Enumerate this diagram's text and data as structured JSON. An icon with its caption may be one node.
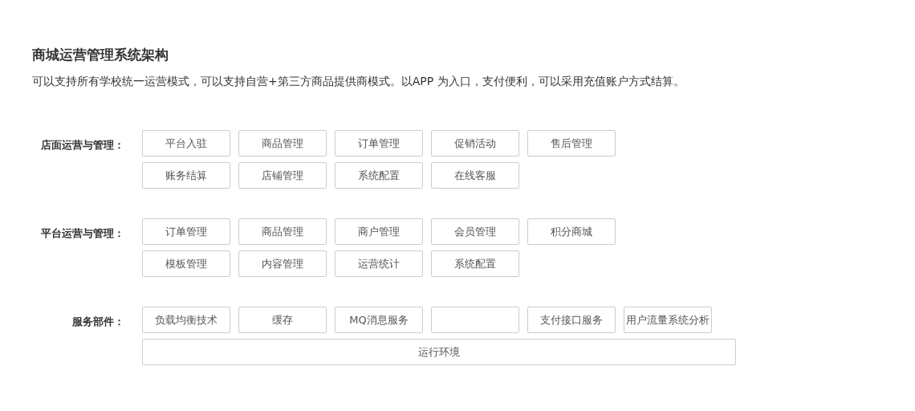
{
  "diagram": {
    "title": "商城运营管理系统架构",
    "nodes": [
      {
        "text": [
          "平台入驻"
        ]
      },
      {
        "text": [
          "商品管理"
        ]
      },
      {
        "text": [
          "订单管理"
        ]
      },
      {
        "text": [
          "促销活动"
        ]
      },
      {
        "text": [
          "售后管理"
        ]
      },
      {
        "text": [
          "账务结算"
        ]
      },
      {
        "text": [
          "店铺管理"
        ]
      },
      {
        "text": [
          "系统配置"
        ]
      },
      {
        "text": [
          "在线客服"
        ]
      },
      {
        "text": [
          "订单管理"
        ]
      },
      {
        "text": [
          "商品管理"
        ]
      },
      {
        "text": [
          "商户管理"
        ]
      },
      {
        "text": [
          "会员管理"
        ]
      },
      {
        "text": [
          "积分商城"
        ]
      },
      {
        "text": [
          "模板管理"
        ]
      },
      {
        "text": [
          "内容管理"
        ]
      },
      {
        "text": [
          "运营统计"
        ]
      },
      {
        "text": [
          "系统配置"
        ]
      },
      {
        "text": [
          "负载均衡技术"
        ]
      },
      {
        "text": [
          "缓存"
        ]
      },
      {
        "text": [
          "MQ消息服务"
        ]
      },
      {
        "text": [],
        "shape": "box"
      },
      {
        "text": [
          "支付接口服务"
        ]
      },
      {
        "text": [
          "用户流量系统分析"
        ]
      },
      {
        "text": [
          "运行环境"
        ]
      }
    ],
    "labels": [
      "可以支持所有学校统一运营模式，可以支持自营+第三方商品提供商模式。以APP 为入口，支付便利，可以采用充值账户方式结算。",
      "店面运营与管理：",
      "平台运营与管理：",
      "服务部件："
    ]
  }
}
